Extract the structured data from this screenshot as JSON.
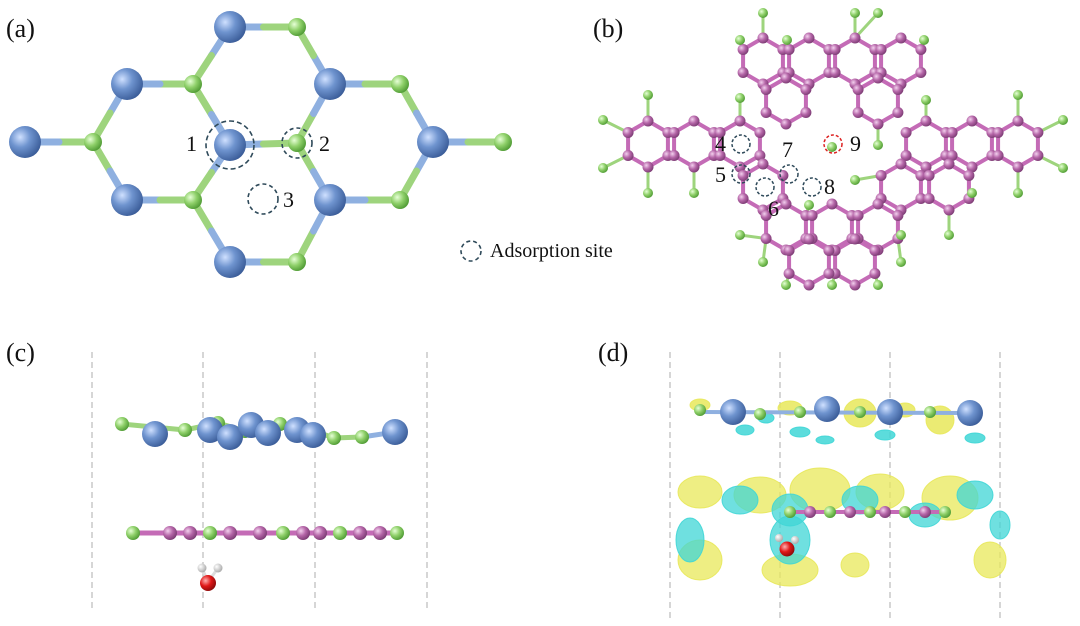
{
  "panels": {
    "a": "(a)",
    "b": "(b)",
    "c": "(c)",
    "d": "(d)"
  },
  "sites_a": [
    "1",
    "2",
    "3"
  ],
  "sites_b": [
    "4",
    "5",
    "6",
    "7",
    "8",
    "9"
  ],
  "legend": {
    "label": "Adsorption site"
  },
  "colors": {
    "blue_atom": "#6f94cf",
    "green_atom": "#8fd06a",
    "pink_atom": "#b566a8",
    "bond_pink": "#c46bb6",
    "oxygen": "#e01818",
    "hydrogen": "#e8e8e8",
    "iso_yellow": "#e8e85a",
    "iso_cyan": "#3fd6d6",
    "site_circle": "#2f4a5a",
    "site_circle_red": "#d22"
  }
}
